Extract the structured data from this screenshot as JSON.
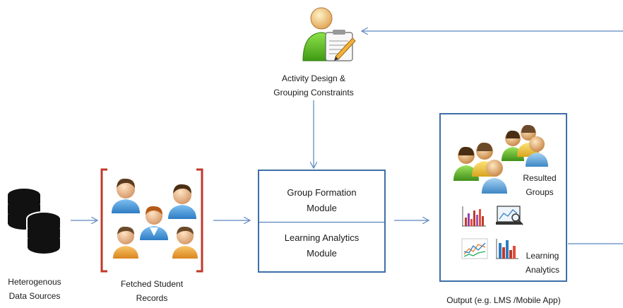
{
  "nodes": {
    "activity_design": "Activity Design &\nGrouping Constraints",
    "data_sources": "Heterogenous\nData Sources",
    "student_records": "Fetched Student\nRecords",
    "group_formation": "Group Formation\nModule",
    "learning_analytics_module": "Learning  Analytics\nModule",
    "resulted_groups": "Resulted\nGroups",
    "learning_analytics": "Learning\nAnalytics",
    "output": "Output (e.g. LMS /Mobile App)"
  },
  "icons": {
    "teacher": "teacher-with-clipboard-icon",
    "database": "database-stack-icon",
    "students": "student-avatars-icon",
    "groups": "people-group-icon",
    "charts": "analytics-charts-icon"
  },
  "colors": {
    "arrow": "#5b86c0",
    "box_border": "#3e6fa8",
    "bracket": "#c0392b"
  }
}
